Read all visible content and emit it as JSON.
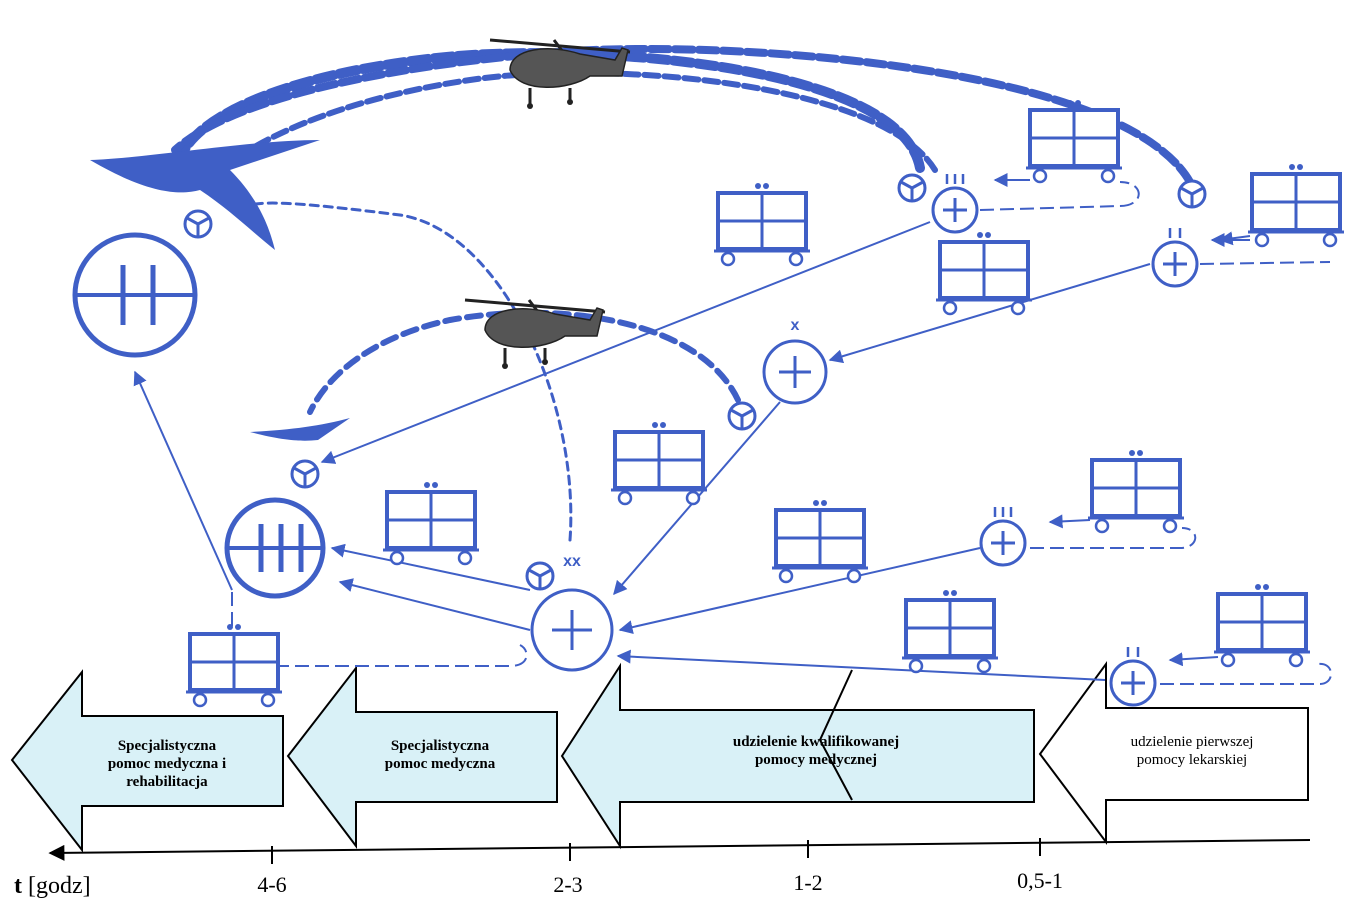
{
  "colors": {
    "diagram_blue": "#3f5fc6",
    "arrow_fill": "#d9f1f7",
    "arrow_fill_last": "#ffffff",
    "axis": "#000000"
  },
  "stages": [
    {
      "lines": [
        "Specjalistyczna",
        "pomoc medyczna i",
        "rehabilitacja"
      ],
      "bold": true
    },
    {
      "lines": [
        "Specjalistyczna",
        "pomoc medyczna"
      ],
      "bold": true
    },
    {
      "lines": [
        "udzielenie kwalifikowanej",
        "pomocy medycznej"
      ],
      "bold": true
    },
    {
      "lines": [
        "udzielenie pierwszej",
        "pomocy lekarskiej"
      ],
      "bold": false
    }
  ],
  "axis": {
    "label_bold": "t",
    "label_unit": "[godz]",
    "ticks": [
      "4-6",
      "2-3",
      "1-2",
      "0,5-1"
    ]
  },
  "markers": {
    "single": "x",
    "double": "xx"
  },
  "icons": [
    "helicopter-icon",
    "airplane-icon",
    "ambulance-icon",
    "medical-post-icon",
    "hospital-icon",
    "triage-sign-icon"
  ]
}
